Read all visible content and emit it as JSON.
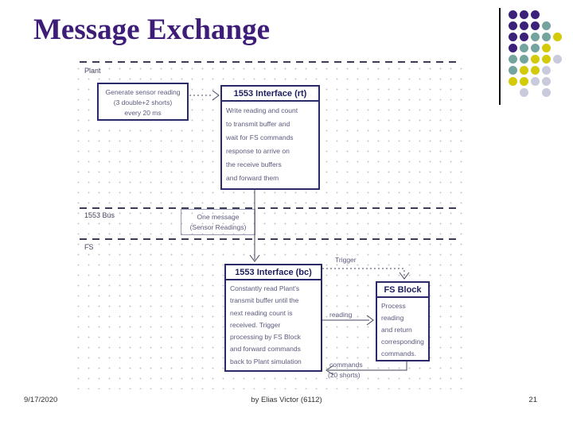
{
  "slide": {
    "title": "Message Exchange",
    "footer": {
      "date": "9/17/2020",
      "author": "by Elias Victor (6112)",
      "page_number": "21"
    }
  },
  "diagram": {
    "lanes": {
      "plant": "Plant",
      "bus": "1553 Bus",
      "fs": "FS"
    },
    "generate_box": {
      "lines": [
        "Generate sensor reading",
        "(3 double+2 shorts)",
        "every 20 ms"
      ]
    },
    "rt_box": {
      "title": "1553 Interface (rt)",
      "body": [
        "Write reading and count",
        "to transmit buffer and",
        "wait for FS commands",
        "response to arrive on",
        "the receive buffers",
        "and forward them"
      ]
    },
    "bus_message_box": {
      "lines": [
        "One message",
        "(Sensor Readings)"
      ]
    },
    "bc_box": {
      "title": "1553 Interface (bc)",
      "body": [
        "Constantly read Plant's",
        "transmit buffer until the",
        "next reading count is",
        "received.  Trigger",
        "processing by FS Block",
        "and forward commands",
        "back to Plant simulation"
      ]
    },
    "fs_block": {
      "title": "FS Block",
      "body": [
        "Process",
        "reading",
        "and return",
        "corresponding",
        "commands."
      ]
    },
    "labels": {
      "trigger": "Trigger",
      "reading": "reading",
      "commands": "commands",
      "commands_detail": "(20 shorts)"
    }
  },
  "decoration": {
    "dot_colors": {
      "P": "#3b2179",
      "T": "#74a49e",
      "Y": "#d3ca08",
      "G": "#c9cadc"
    },
    "dot_matrix": [
      [
        "P",
        "P",
        "P",
        null,
        null
      ],
      [
        "P",
        "P",
        "P",
        "T",
        null
      ],
      [
        "P",
        "P",
        "T",
        "T",
        "Y"
      ],
      [
        "P",
        "T",
        "T",
        "Y",
        null
      ],
      [
        "T",
        "T",
        "Y",
        "Y",
        "G"
      ],
      [
        "T",
        "Y",
        "Y",
        "G",
        null
      ],
      [
        "Y",
        "Y",
        "G",
        "G",
        null
      ],
      [
        null,
        "G",
        null,
        "G",
        null
      ]
    ]
  },
  "colors": {
    "title_text": "#3d1d78",
    "box_border": "#2a2a6a",
    "diagram_text": "#5a5a7d"
  }
}
